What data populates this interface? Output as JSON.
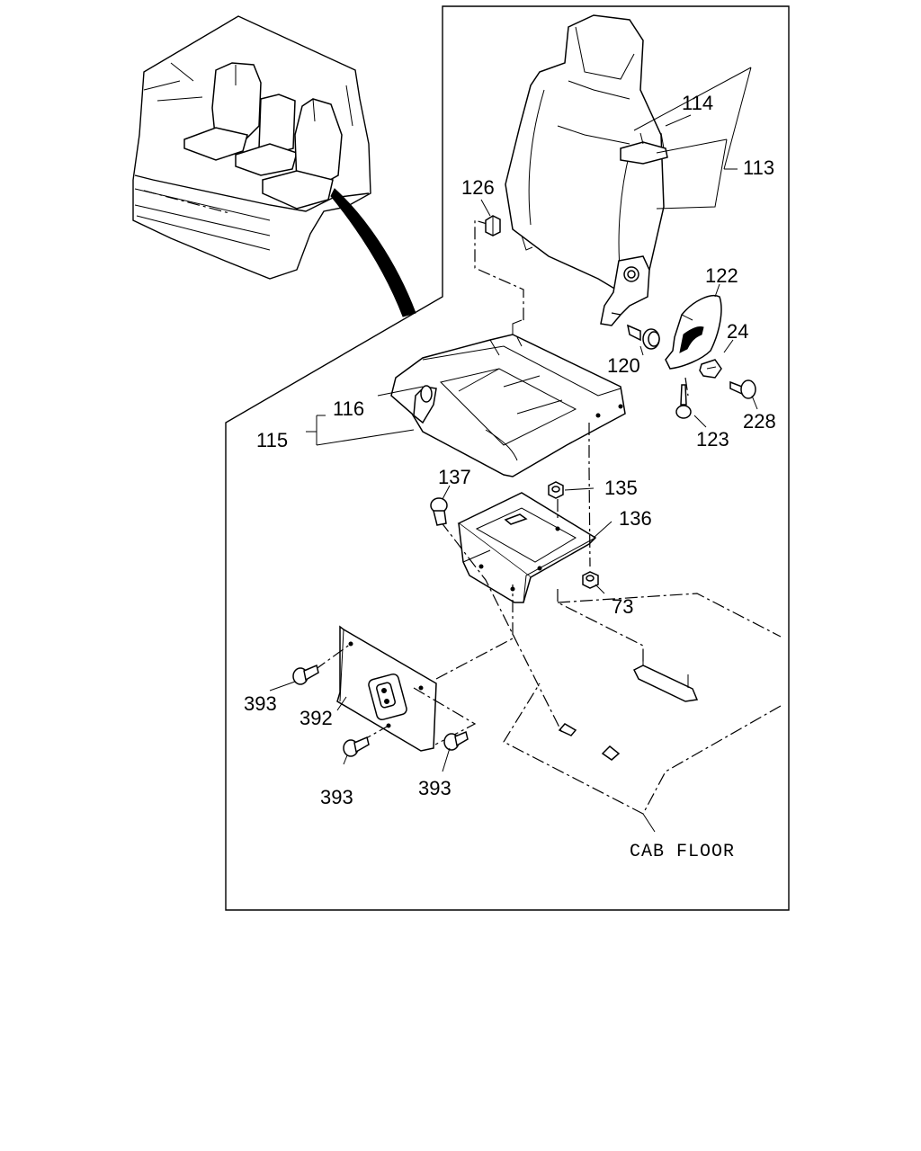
{
  "labels": {
    "p113": "113",
    "p114": "114",
    "p126": "126",
    "p122": "122",
    "p24": "24",
    "p120": "120",
    "p228": "228",
    "p123": "123",
    "p116": "116",
    "p115": "115",
    "p137": "137",
    "p135": "135",
    "p136": "136",
    "p73": "73",
    "p393a": "393",
    "p392": "392",
    "p393b": "393",
    "p393c": "393",
    "cab_floor": "CAB FLOOR"
  }
}
